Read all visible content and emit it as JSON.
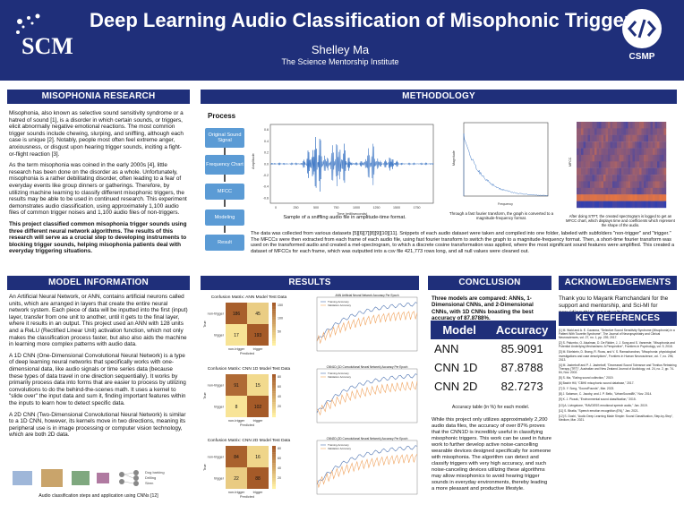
{
  "header": {
    "title": "Deep Learning Audio Classification of Misophonic Triggers",
    "author": "Shelley Ma",
    "affiliation": "The Science Mentorship Institute",
    "left_logo_text": "SCMI",
    "right_logo_text": "CSMP",
    "right_logo_icon": "code-brackets-icon"
  },
  "sections": {
    "research": "MISOPHONIA RESEARCH",
    "methodology": "METHODOLOGY",
    "model": "MODEL INFORMATION",
    "results": "RESULTS",
    "conclusion": "CONCLUSION",
    "ack": "ACKNOWLEDGEMENTS",
    "refs": "KEY REFERENCES"
  },
  "research": {
    "p1": "Misophonia, also known as selective sound sensitivity syndrome or a hatred of sound [1], is a disorder in which certain sounds, or triggers, elicit abnormally negative emotional reactions. The most common trigger sounds include chewing, slurping, and sniffling, although each case is unique [2]. Notably, people most often feel extreme anger, anxiousness, or disgust upon hearing trigger sounds, inciting a fight-or-flight reaction [3].",
    "p2": "As the term misophonia was coined in the early 2000s [4], little research has been done on the disorder as a whole. Unfortunately, misophonia is a rather debilitating disorder, often leading to a fear of everyday events like group dinners or gatherings. Therefore, by utilizing machine learning to classify different misophonic triggers, the results may be able to be used in continued research. This experiment demonstrates audio classification, using approximately 1,100 audio files of common trigger noises and 1,100 audio files of non-triggers.",
    "p3": "This project classified common misophonia trigger sounds using three different neural network algorithms. The results of this research will serve as a crucial step to developing instruments to blocking trigger sounds, helping misophonia patients deal with everyday triggering situations."
  },
  "methodology": {
    "process_title": "Process",
    "steps": [
      "Original Sound Signal",
      "Frequency Chart",
      "MFCC",
      "Modeling",
      "Result"
    ],
    "caption1": "Sample of a sniffling audio file in amplitude-time format.",
    "caption2": "Through a fast fourier transform, the graph is converted to a magnitude-frequency format.",
    "caption3": "After doing STFT, the created spectrogram is logged to get an MFCC chart, which displays time and coefficients which represent the shape of the audio.",
    "waveform_ylabel": "Amplitude",
    "waveform_xlabel": "Time (milliseconds)",
    "waveform_yticks": [
      "0.6",
      "0.4",
      "0.2",
      "0.0",
      "-0.2",
      "-0.4",
      "-0.6"
    ],
    "waveform_xticks": [
      "0",
      "250",
      "500",
      "750",
      "1000",
      "1250",
      "1500",
      "1750"
    ],
    "fft_ylabel": "Magnitude",
    "fft_xlabel": "Frequency",
    "mfcc_ylabel": "MFCC",
    "paragraph": "The data was collected from various datasets [5][6][7][8][9][10][11]. Snippets of each audio dataset were taken and compiled into one folder, labeled with subfolders \"non-trigger\" and \"trigger.\" The MFCCs were then extracted from each frame of each audio file, using fast fourier transform to switch the graph to a magnitude-frequency format. Then, a short-time fourier transform was used on the transformed audio and created a mel-spectrogram, to which a discrete cosine transformation was applied, where the most significant sound features were amplified. This created a dataset of MFCCs for each frame, which was outputted into a csv file 421,773 rows long, and all null values were cleaned out."
  },
  "model": {
    "p1": "An Artificial Neural Network, or ANN, contains artificial neurons called units, which are arranged in layers that create the entire neural network system. Each piece of data will be inputted into the first (input) layer, transfer from one unit to another, until it gets to the final layer, where it results in an output. This project used an ANN with 128 units and a ReLU (Rectified Linear Unit) activation function, which not only makes the classification process faster, but also also aids the machine in learning more complex patterns with audio data.",
    "p2": "A 1D CNN (One-Dimensional Convolutional Neural Network) is a type of deep learning neural networks that specifically works with one-dimensional data, like audio signals or time series data (because these types of data travel in one direction sequentially). It works by primarily process data into forms that are easier to process by utilizing convolutions to do the behind-the-scenes math. It uses a kernel to \"slide over\" the input data and sum it, finding important features within the inputs to learn how to detect specific data.",
    "p3": "A 2D CNN (Two-Dimensional Convolutional Neural Network) is similar to a 1D CNN, however, its kernels move in two directions, meaning its peripheral use is in image processing or computer vision technology, which are both 2D data.",
    "caption": "Audio classification steps and application using CNNs [12]"
  },
  "results": {
    "matrices": [
      {
        "title": "Confusion Matrix: ANN Model Test Data",
        "cells": [
          186,
          45,
          17,
          193
        ],
        "scale": [
          "150",
          "100",
          "50"
        ]
      },
      {
        "title": "Confusion Matrix: CNN 1D Model Test Data",
        "cells": [
          91,
          15,
          8,
          102
        ],
        "scale": [
          "80",
          "60",
          "40",
          "20"
        ]
      },
      {
        "title": "Confusion Matrix: CNN 2D Model Test Data",
        "cells": [
          84,
          16,
          22,
          88
        ],
        "scale": [
          "80",
          "60",
          "40",
          "20"
        ]
      }
    ],
    "row_labels": [
      "non-trigger",
      "trigger"
    ],
    "col_labels": [
      "non-trigger",
      "trigger"
    ],
    "axis_true": "True",
    "axis_pred": "Predicted",
    "acc_titles": [
      "ANN Artificial Neural Network Accuracy Per Epoch",
      "CNN1D (1D Convolutional Neural Network) Accuracy Per Epoch",
      "CNN2D (2D Convolutional Neural Network) Accuracy Per Epoch"
    ],
    "legend": [
      "Training Accuracy",
      "Validation Accuracy"
    ]
  },
  "conclusion": {
    "intro": "Three models are compared: ANNs, 1-Dimensional CNNs, and 2-Dimensional CNNs, with 1D CNNs boasting the best accuracy of 87.8788%.",
    "table_head": [
      "Model",
      "Accuracy"
    ],
    "rows": [
      [
        "ANN",
        "85.9091"
      ],
      [
        "CNN 1D",
        "87.8788"
      ],
      [
        "CNN 2D",
        "82.7273"
      ]
    ],
    "table_caption": "Accuracy table (in %) for each model.",
    "body": "While this project only utilizes approximately 2,200 audio data files, the accuracy of over 87% proves that the CNN1D is incredibly useful in classifying misophonic triggers. This work can be used in future work to further develop active noise-cancelling wearable devices designed specifically for someone with misophonia. The algorithm can detect and classify triggers with very high accuracy, and such noise-canceling devices utilizing these algorithms may allow misophonics to avoid hearing trigger sounds in everyday environments, thereby leading a more pleasant and productive lifestyle."
  },
  "ack": {
    "text": "Thank you to Mayank Ramchandani for the support and mentorship, and Sci-MI for providing this opportunity!"
  },
  "refs": [
    "[1] M. Wald and A. E. Cavanna, \"Selective Sound Sensitivity Syndrome (Misophonia) in a Patient With Tourette Syndrome\", The Journal of Neuropsychiatry and Clinical Neurosciences, vol. 27, no. 1, pp. 239, 2017.",
    "[2] S. Palumbo, O. Alsalman, D. De Ridder, J. J. Song and S. Vanneste, \"Misophonia and Potential Underlying Mechanisms: A Perspective\", Frontiers in Psychology, vol. 9, 2018.",
    "[3] M. Edelstein, D. Brang, R. Rouw, and V. S. Ramachandran, \"Misophonia: physiological investigations and case descriptions\", Frontiers in Human Neuroscience, vol. 7, no. 296, 2013.",
    "[4] M. Jastreboff and P. J. Jastreboff, \"Decreased Sound Tolerance and Tinnitus Retraining Therapy (TRT)\", Australian and New Zealand Journal of Audiology, vol. 24, no. 2, pp. 74-84, Nov. 2002.",
    "[5] S. Ma, \"Eating sound collection,\" 2019.",
    "[6] Bashir Hill, \"CBHII misophonic sound database,\" 2017.",
    "[7] D. Y. Song, \"SoundFounds\", Mar. 2023.",
    "[8] J. Salamon, C. Jacoby, and J. P. Bello, \"UrbanSound8K,\" Nov. 2014.",
    "[9] K. J. Piczak, \"Environmental sound classification,\" 2015.",
    "[10] A. Livingstone, \"RAVDESS emotional speech audio,\" Jan. 2019.",
    "[11] S. Bhatia, \"Speech emotion recognition (EN),\" Jan. 2021.",
    "[12] S. Doshi, \"Audio Deep Learning Made Simple: Sound Classification, Step-by-Step\", Medium, Mar. 2021."
  ],
  "colors": {
    "navy": "#1f2f7a",
    "step_blue": "#5b9bd5",
    "wave_blue": "#3b75c4",
    "train_line": "#4c72b0",
    "val_line": "#f0a35e"
  }
}
